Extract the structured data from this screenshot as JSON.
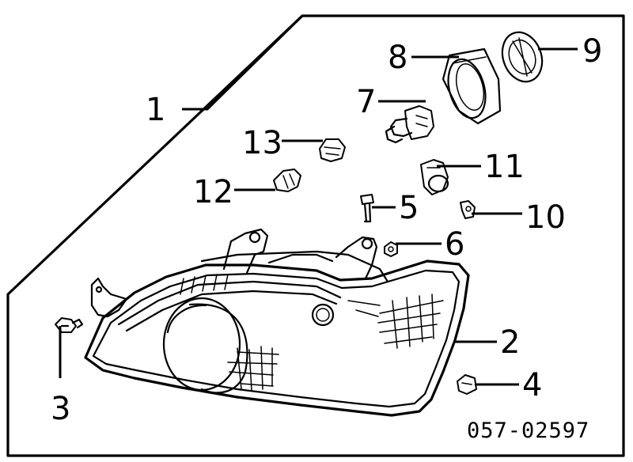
{
  "diagram": {
    "callouts": [
      {
        "id": "1",
        "label": "1"
      },
      {
        "id": "2",
        "label": "2"
      },
      {
        "id": "3",
        "label": "3"
      },
      {
        "id": "4",
        "label": "4"
      },
      {
        "id": "5",
        "label": "5"
      },
      {
        "id": "6",
        "label": "6"
      },
      {
        "id": "7",
        "label": "7"
      },
      {
        "id": "8",
        "label": "8"
      },
      {
        "id": "9",
        "label": "9"
      },
      {
        "id": "10",
        "label": "10"
      },
      {
        "id": "11",
        "label": "11"
      },
      {
        "id": "12",
        "label": "12"
      },
      {
        "id": "13",
        "label": "13"
      }
    ],
    "part_code": "057-02597"
  }
}
